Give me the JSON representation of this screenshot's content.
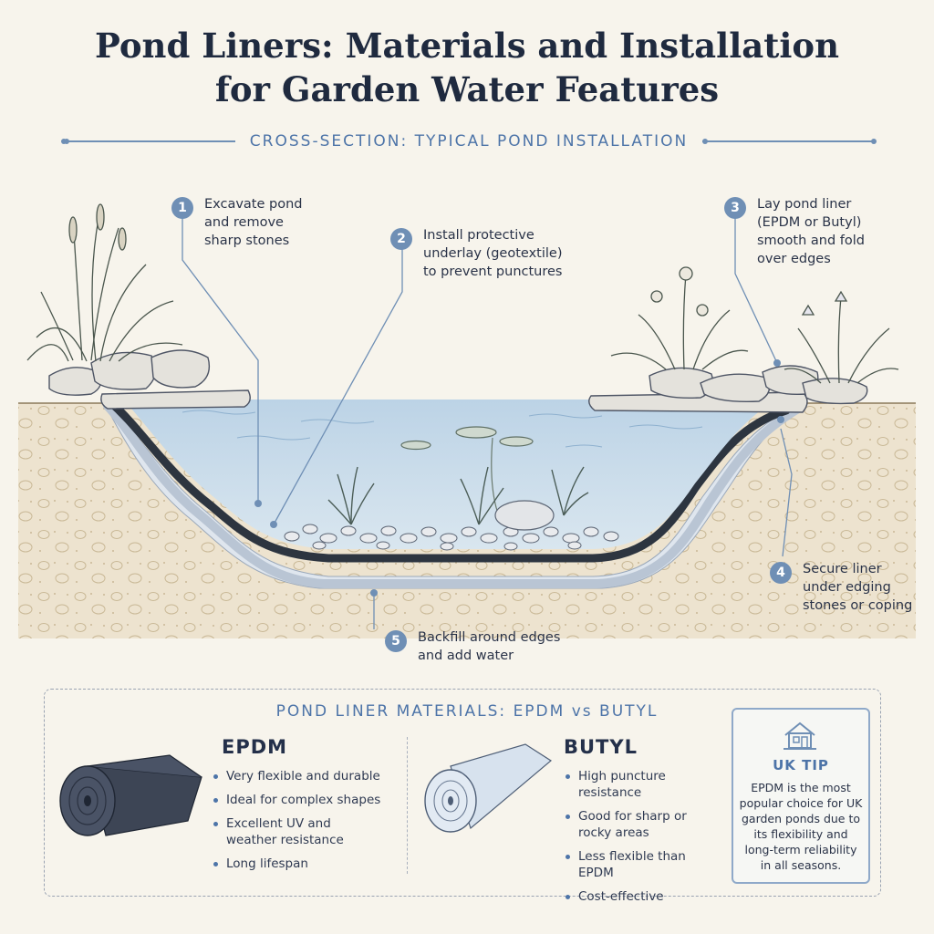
{
  "header": {
    "title_line1": "Pond Liners: Materials and Installation",
    "title_line2": "for Garden Water Features",
    "subtitle": "CROSS-SECTION: TYPICAL POND INSTALLATION"
  },
  "steps": [
    {
      "number": "1",
      "text": "Excavate pond\nand remove\nsharp stones"
    },
    {
      "number": "2",
      "text": "Install protective\nunderlay (geotextile)\nto prevent punctures"
    },
    {
      "number": "3",
      "text": "Lay pond liner\n(EPDM or Butyl)\nsmooth and fold\nover edges"
    },
    {
      "number": "4",
      "text": "Secure liner\nunder edging\nstones or coping"
    },
    {
      "number": "5",
      "text": "Backfill around edges\nand add water"
    }
  ],
  "materials": {
    "title": "POND LINER MATERIALS: EPDM vs BUTYL",
    "epdm": {
      "name": "EPDM",
      "bullets": [
        "Very flexible and durable",
        "Ideal for complex shapes",
        "Excellent UV and\nweather resistance",
        "Long lifespan"
      ]
    },
    "butyl": {
      "name": "BUTYL",
      "bullets": [
        "High puncture resistance",
        "Good for sharp or\nrocky areas",
        "Less flexible than EPDM",
        "Cost-effective"
      ]
    }
  },
  "tip": {
    "heading": "UK TIP",
    "body": "EPDM is the most popular choice for UK garden ponds due to its flexibility and long-term reliability in all seasons."
  },
  "colors": {
    "accent": "#4d74a8",
    "water": "#c9dbe9",
    "liner": "#2d3540",
    "underlay": "#dde4ec",
    "soil": "#e8dcc4"
  }
}
